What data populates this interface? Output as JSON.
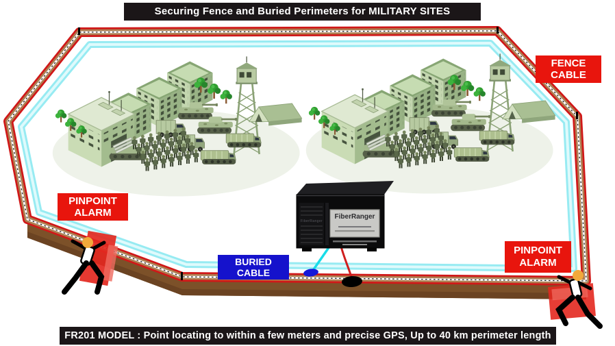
{
  "header": {
    "title": "Securing Fence and Buried Perimeters for MILITARY SITES"
  },
  "footer": {
    "text": "FR201 MODEL : Point locating to within a few meters and precise GPS, Up to 40 km perimeter length"
  },
  "labels": {
    "fence_cable": "FENCE CABLE",
    "buried_cable": "BURIED CABLE",
    "pinpoint_alarm": {
      "line1": "PINPOINT",
      "line2": "ALARM"
    }
  },
  "device": {
    "brand": "FiberRanger"
  },
  "colors": {
    "bar_bg": "#1b1618",
    "alarm_label_bg": "#e8150d",
    "buried_label_bg": "#1512cc",
    "fence_cable_red": "#d01818",
    "wall_brown": "#ad7d50",
    "buried_cable_cyan": "#97ebf2",
    "army_green": "#b7c9a1",
    "beam_red": "#e3281f",
    "intruder_head_orange": "#f2a93b"
  }
}
